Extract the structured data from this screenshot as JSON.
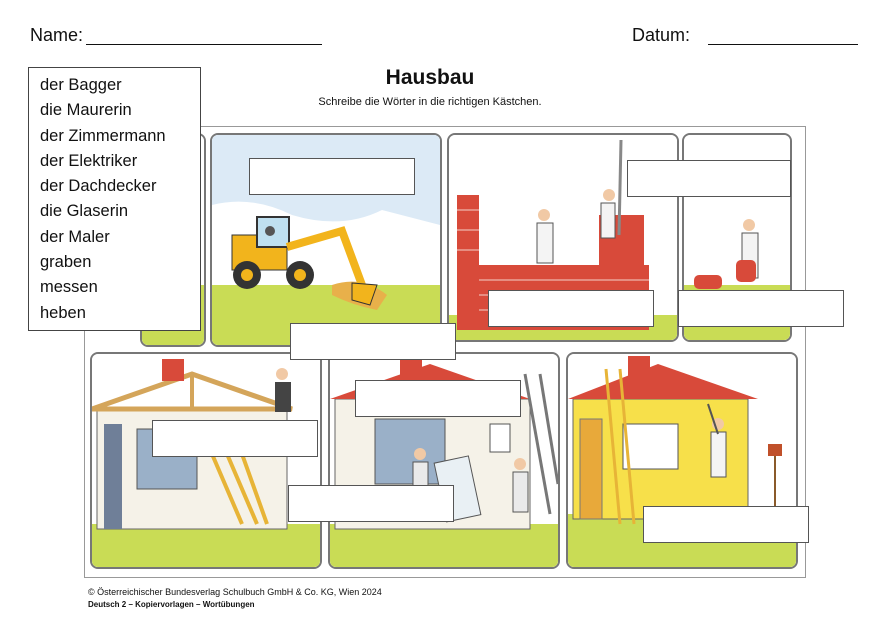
{
  "header": {
    "name_label": "Name:",
    "date_label": "Datum:"
  },
  "title": "Hausbau",
  "instruction": "Schreibe die Wörter in die richtigen Kästchen.",
  "word_bank": [
    "der Bagger",
    "die Maurerin",
    "der Zimmermann",
    "der Elektriker",
    "der Dachdecker",
    "die Glaserin",
    "der Maler",
    "graben",
    "messen",
    "heben"
  ],
  "footer": {
    "copyright": "© Österreichischer Bundesverlag Schulbuch GmbH & Co. KG, Wien 2024",
    "series": "Deutsch 2 – Kopiervorlagen – Wortübungen"
  },
  "colors": {
    "sky": "#dceaf6",
    "grass": "#c9dc55",
    "brick": "#d84a3a",
    "excavator": "#f2b41c",
    "wall": "#f5f2e8"
  }
}
